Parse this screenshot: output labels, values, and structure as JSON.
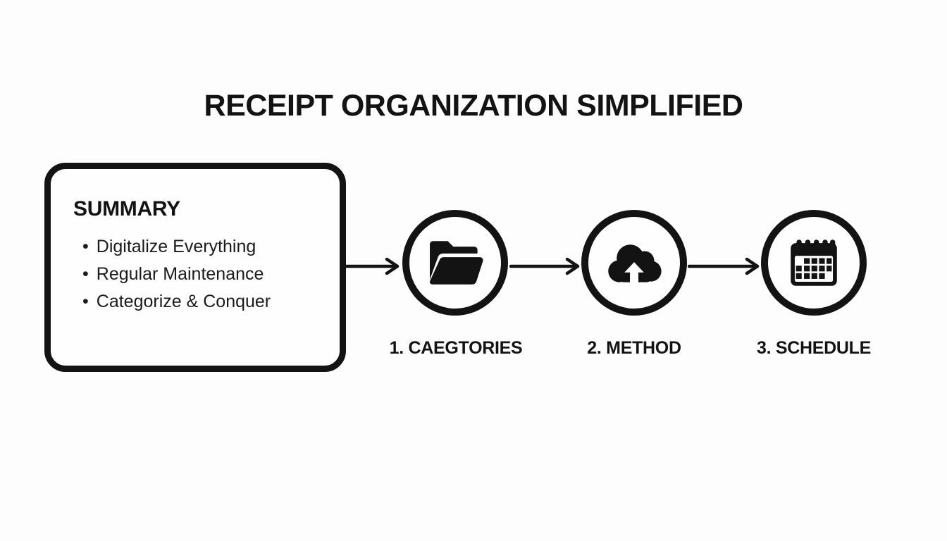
{
  "title": "RECEIPT ORGANIZATION SIMPLIFIED",
  "summary": {
    "heading": "SUMMARY",
    "bullets": [
      "Digitalize Everything",
      "Regular Maintenance",
      "Categorize & Conquer"
    ]
  },
  "steps": [
    {
      "label": "1. CAEGTORIES",
      "icon": "open-folder-icon"
    },
    {
      "label": "2. METHOD",
      "icon": "cloud-upload-icon"
    },
    {
      "label": "3. SCHEDULE",
      "icon": "calendar-icon"
    }
  ],
  "colors": {
    "ink": "#131313",
    "background": "#fdfdfd"
  }
}
